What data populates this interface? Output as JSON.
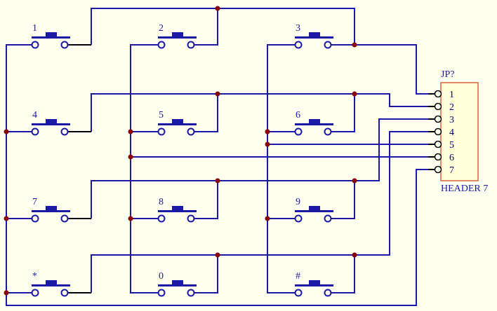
{
  "colors": {
    "background": "#fffff0",
    "wire": "#1a1aa6",
    "junction": "#8b0000",
    "header_fill": "#ffffd9",
    "header_border": "#d9663f"
  },
  "keypad": {
    "keys": [
      {
        "label": "1"
      },
      {
        "label": "2"
      },
      {
        "label": "3"
      },
      {
        "label": "4"
      },
      {
        "label": "5"
      },
      {
        "label": "6"
      },
      {
        "label": "7"
      },
      {
        "label": "8"
      },
      {
        "label": "9"
      },
      {
        "label": "*"
      },
      {
        "label": "0"
      },
      {
        "label": "#"
      }
    ]
  },
  "header": {
    "designator": "JP?",
    "value": "HEADER 7",
    "pins": [
      "1",
      "2",
      "3",
      "4",
      "5",
      "6",
      "7"
    ]
  }
}
